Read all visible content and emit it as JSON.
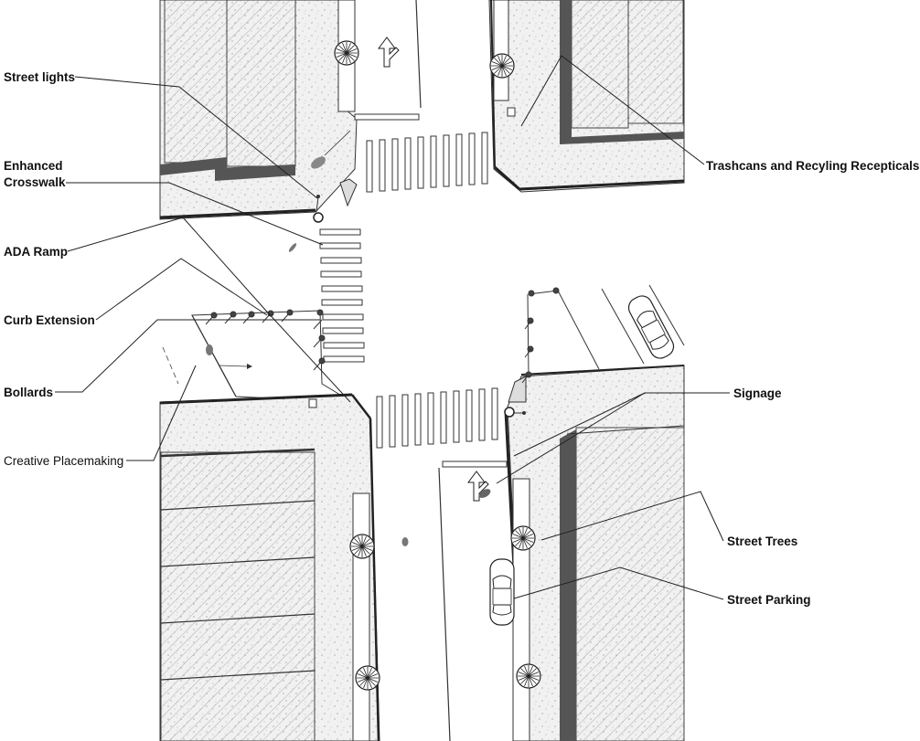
{
  "diagram": {
    "colors": {
      "sidewalk_fill": "#efefef",
      "building_fill": "#ffffff",
      "building_shadow": "#555555",
      "line": "#333333",
      "crosswalk": "#ffffff"
    },
    "labels": {
      "street_lights": "Street lights",
      "enhanced_line1": "Enhanced",
      "enhanced_line2": "Crosswalk",
      "ada_ramp": "ADA Ramp",
      "curb_extension": "Curb Extension",
      "bollards": "Bollards",
      "creative_placemaking": "Creative Placemaking",
      "trashcans": "Trashcans and Recyling Recepticals",
      "signage": "Signage",
      "street_trees": "Street Trees",
      "street_parking": "Street Parking"
    },
    "icons": [
      "street-tree-icon",
      "car-icon",
      "turn-arrow-icon",
      "street-light-icon",
      "bollard-icon",
      "trash-receptacle-icon"
    ]
  }
}
